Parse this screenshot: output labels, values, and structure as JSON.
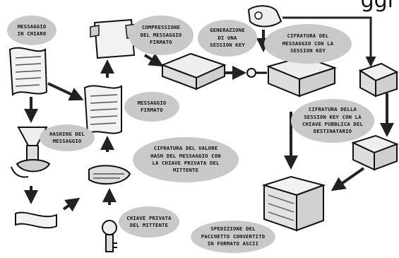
{
  "header": {
    "title_fragment": "ggi"
  },
  "labels": {
    "messaggio_in_chiaro": "MESSAGGIO\nIN CHIARO",
    "hashing": "HASHING DEL\nMESSAGGIO",
    "compressione": "COMPRESSIONE\nDEL MESSAGGIO\nFIRMATO",
    "messaggio_firmato": "MESSAGGIO\nFIRMATO",
    "cifratura_hash": "CIFRATURA DEL VALORE\nHASH DEL MESSAGGIO CON\nLA CHIAVE PRIVATA DEL\nMITTENTE",
    "chiave_privata": "CHIAVE PRIVATA\nDEL MITTENTE",
    "generazione": "GENERAZIONE\nDI UNA\nSESSION KEY",
    "cifratura_messaggio": "CIFRATURA DEL\nMESSAGGIO CON LA\nSESSION KEY",
    "cifratura_session_key": "CIFRATURA DELLA\nSESSION KEY CON LA\nCHIAVE PUBBLICA DEL\nDESTINATARIO",
    "spedizione": "SPEDIZIONE DEL\nPACCHETTO CONVERTITO\nIN FORMATO ASCII"
  }
}
